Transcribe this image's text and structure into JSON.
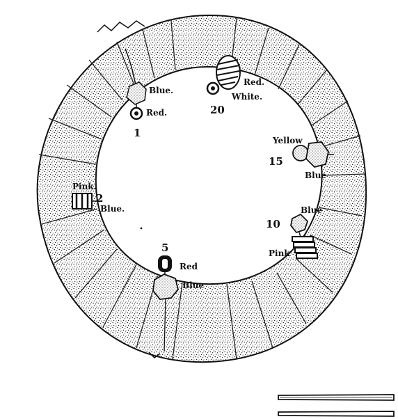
{
  "labels": {
    "one": "1",
    "two": "2",
    "five": "5",
    "ten": "10",
    "fifteen": "15",
    "twenty": "20",
    "blue_1": "Blue.",
    "red_1": "Red.",
    "red_20": "Red.",
    "white_20": "White.",
    "yellow_15": "Yellow",
    "blue_15": "Blue",
    "pink_2": "Pink.",
    "blue_2": "Blue.",
    "blue_10": "Blue",
    "pink_10": "Pink",
    "red_5": "Red",
    "blue_5": "Blue"
  },
  "colors": {
    "ink": "#111111",
    "paper": "#ffffff"
  }
}
